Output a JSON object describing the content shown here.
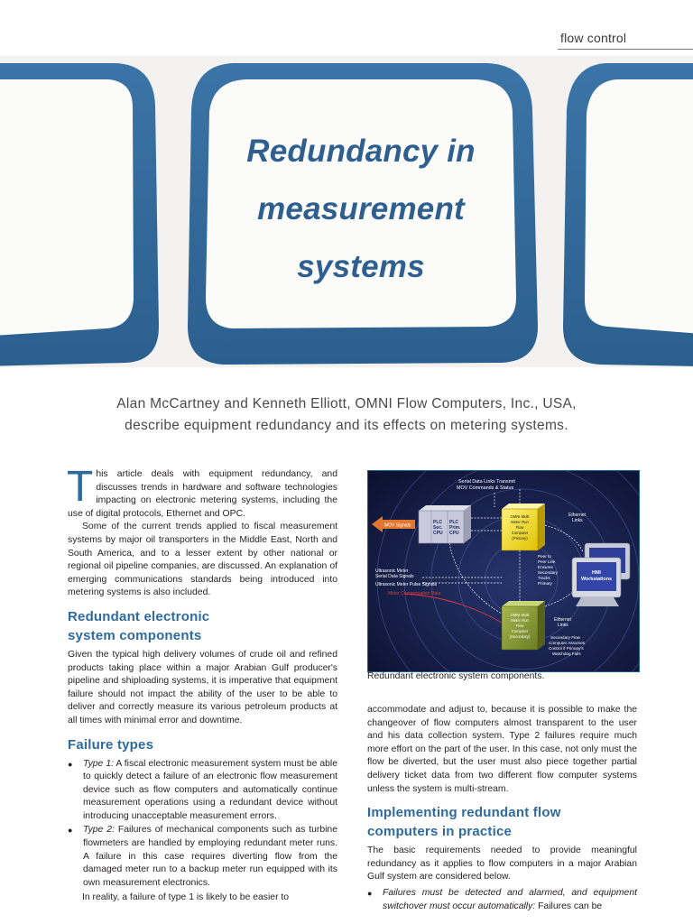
{
  "header": {
    "section_label": "flow control"
  },
  "banner": {
    "title_lines": [
      "Redundancy in",
      "measurement",
      "systems"
    ]
  },
  "byline": {
    "line1": "Alan McCartney and Kenneth Elliott, OMNI Flow Computers, Inc., USA,",
    "line2": "describe equipment redundancy and its effects on metering systems."
  },
  "article": {
    "dropcap": "T",
    "intro_rest": "his article deals with equipment redundancy, and discusses trends in hardware and software technologies impacting on electronic metering systems, including the use of digital protocols, Ethernet and OPC.",
    "para2": "Some of the current trends applied to fiscal measurement systems by major oil transporters in the Middle East, North and South America, and to a lesser extent by other national or regional oil pipeline companies, are discussed. An explanation of emerging communications standards being introduced into metering systems is also included.",
    "heading1_line1": "Redundant electronic",
    "heading1_line2": "system components",
    "para3": "Given the typical high delivery volumes of crude oil and refined products taking place within a major Arabian Gulf producer's pipeline and shiploading systems, it is imperative that equipment failure should not impact the ability of the user to be able to deliver and correctly measure its various petroleum products at all times with minimal error and downtime.",
    "heading2": "Failure types",
    "bullet1_label": "Type 1:",
    "bullet1_text": " A fiscal electronic measurement system must be able to quickly detect a failure of an electronic flow measurement device such as flow computers and automatically continue measurement operations using a redundant device without introducing unacceptable measurement errors.",
    "bullet2_label": "Type 2:",
    "bullet2_text": " Failures of mechanical components such as turbine flowmeters are handled by employing redundant meter runs. A failure in this case requires diverting flow from the damaged meter run to a backup meter run equipped with its own measurement electronics.",
    "para4_start": "In reality, a failure of type 1 is likely to be easier to",
    "para5_cont": "accommodate and adjust to, because it is possible to make the changeover of flow computers almost transparent to the user and his data collection system. Type 2 failures require much more effort on the part of the user. In this case, not only must the flow be diverted, but the user must also piece together partial delivery ticket data from two different flow computer systems unless the system is multi-stream.",
    "heading3_line1": "Implementing redundant flow",
    "heading3_line2": "computers in practice",
    "para6": "The basic requirements needed to provide meaningful redundancy as it applies to flow computers in a major Arabian Gulf system are considered below.",
    "bullet3_italic": "Failures must be detected and alarmed, and equipment switchover must occur automatically:",
    "bullet3_text": " Failures can be"
  },
  "figure": {
    "caption": "Redundant electronic system components.",
    "labels": {
      "serial_links": "Serial Data Links Transmit",
      "mov_commands": "MOV Commands & Status",
      "mov_signals": "MOV Signals",
      "plc_sec": "PLC Sec. CPU",
      "plc_prim": "PLC Prim. CPU",
      "fc_primary_1": "OMNI Multi",
      "fc_primary_2": "Meter Run",
      "fc_primary_3": "Flow",
      "fc_primary_4": "Computer",
      "fc_primary_5": "(Primary)",
      "ethernet_1": "Ethernet",
      "ethernet_2": "Links",
      "peer_1": "Peer to",
      "peer_2": "Peer Link",
      "peer_3": "Ensures",
      "peer_4": "Secondary",
      "peer_5": "Tracks",
      "peer_6": "Primary",
      "us_serial_1": "Ultrasonic Meter",
      "us_serial_2": "Serial Data Signals",
      "us_pulse": "Ultrasonic Meter Pulse Signals",
      "red_line": "Meter Compensation Data",
      "hmi_1": "HMI",
      "hmi_2": "Workstations",
      "fc_secondary_1": "OMNI Multi",
      "fc_secondary_2": "Meter Run",
      "fc_secondary_3": "Flow",
      "fc_secondary_4": "Computer",
      "fc_secondary_5": "(Secondary)",
      "ethernet2_1": "Ethernet",
      "ethernet2_2": "Links",
      "sec_1": "Secondary Flow",
      "sec_2": "Computer Assumes",
      "sec_3": "Control if Primary's",
      "sec_4": "Watchdog Fails"
    }
  },
  "colors": {
    "accent_blue": "#2e6a9e",
    "banner_blue": "#336b9d",
    "title_blue": "#2f5f8f"
  }
}
